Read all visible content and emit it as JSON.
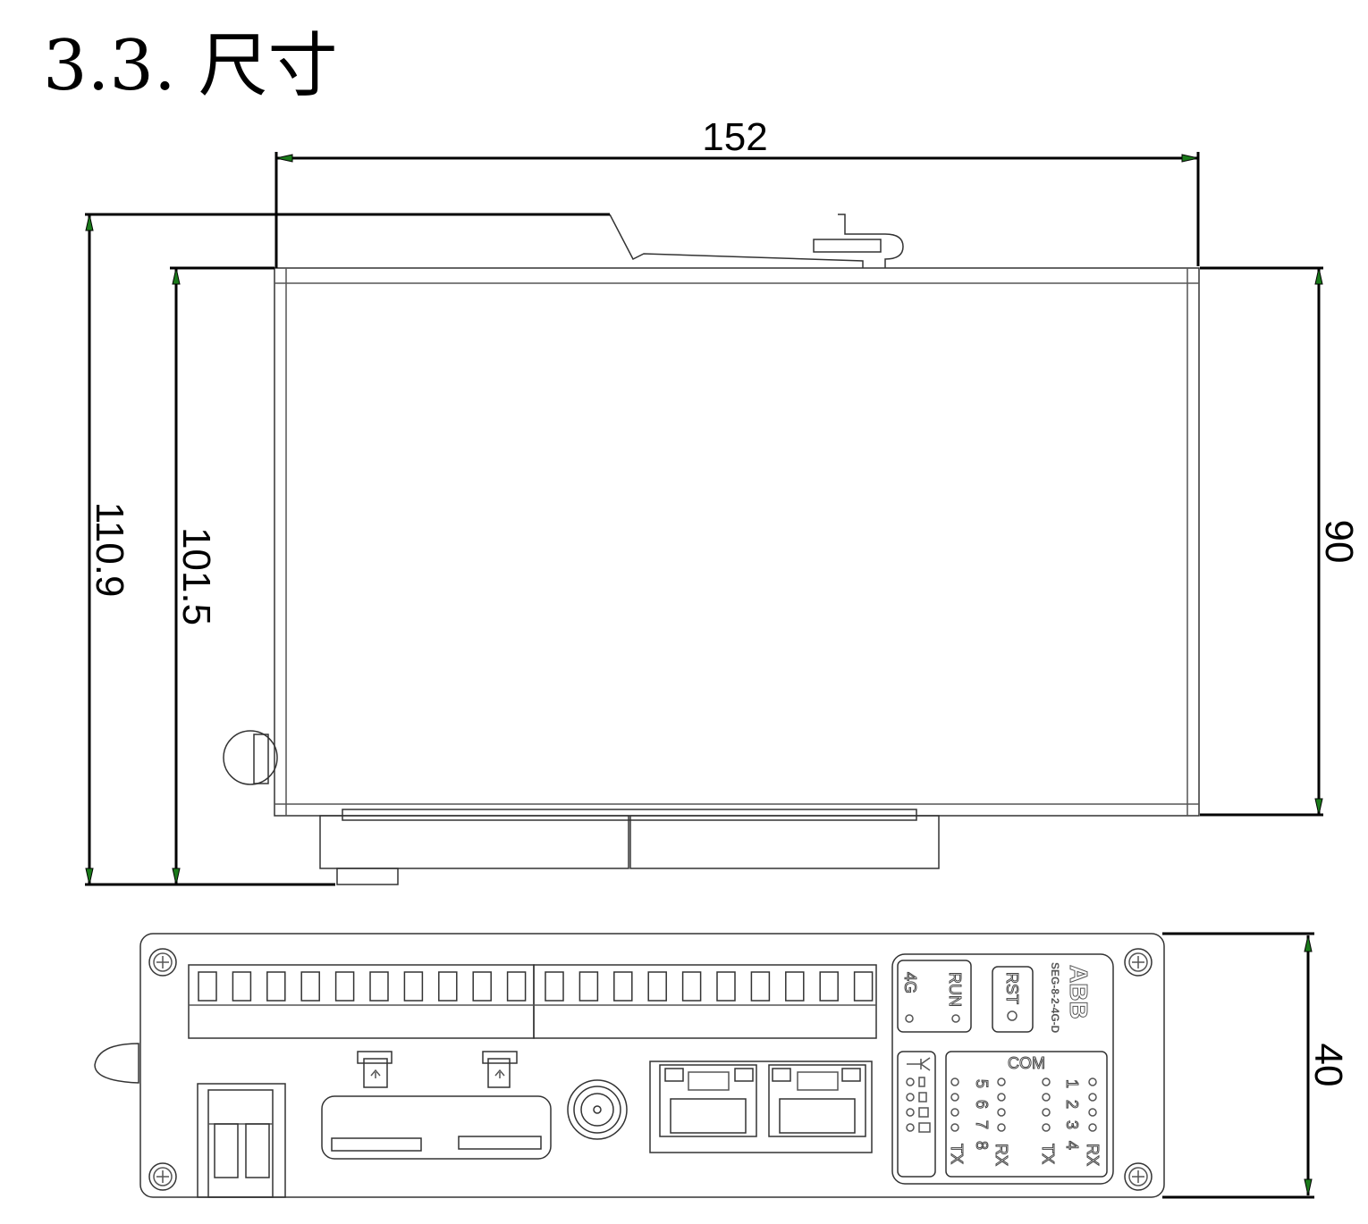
{
  "title": "3.3. 尺寸",
  "dimensions": {
    "width_top": "152",
    "height_total": "110.9",
    "height_with_connector": "101.5",
    "height_body": "90",
    "depth_front": "40"
  },
  "panel": {
    "led_run": "RUN",
    "led_4g": "4G",
    "reset": "RST",
    "model": "SEG-8-2-4G-D",
    "brand": "ABB",
    "com_title": "COM",
    "com_ports_a": "1 2 3 4",
    "com_ports_b": "5 6 7 8",
    "tx": "TX",
    "rx": "RX"
  },
  "colors": {
    "line": "#000000",
    "arrow": "#1a7a1a"
  }
}
